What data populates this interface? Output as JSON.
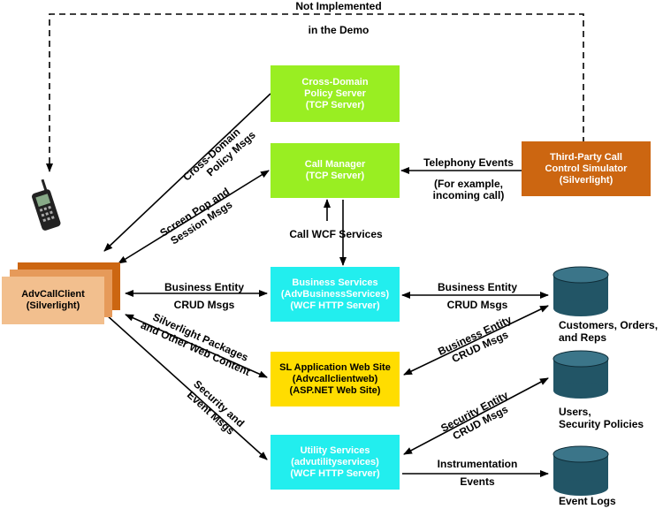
{
  "top_note": {
    "line1": "Not Implemented",
    "line2": "in the Demo"
  },
  "boxes": {
    "policy_server": [
      "Cross-Domain",
      "Policy Server",
      "(TCP Server)"
    ],
    "call_manager": [
      "Call Manager",
      "(TCP Server)"
    ],
    "business_services": [
      "Business Services",
      "(AdvBusinessServices)",
      "(WCF HTTP Server)"
    ],
    "sl_app_site": [
      "SL Application Web Site",
      "(Advcallclientweb)",
      "(ASP.NET Web Site)"
    ],
    "utility_services": [
      "Utility Services",
      "(advutilityservices)",
      "(WCF HTTP Server)"
    ],
    "third_party": [
      "Third-Party Call",
      "Control Simulator",
      "(Silverlight)"
    ],
    "client": [
      "AdvCallClient",
      "(Silverlight)"
    ]
  },
  "labels": {
    "cross_domain_msgs": [
      "Cross-Domain",
      "Policy Msgs"
    ],
    "screen_pop": [
      "Screen Pop and",
      "Session Msgs"
    ],
    "telephony": [
      "Telephony Events",
      "(For example,",
      "incoming call)"
    ],
    "call_wcf": "Call WCF Services",
    "business_entity_left": [
      "Business Entity",
      "CRUD Msgs"
    ],
    "business_entity_right": [
      "Business Entity",
      "CRUD Msgs"
    ],
    "business_entity_diag": [
      "Business Entity",
      "CRUD Msgs"
    ],
    "sl_packages": [
      "Silverlight Packages",
      "and Other Web Content"
    ],
    "security_event": [
      "Security and",
      "Event Msgs"
    ],
    "security_entity": [
      "Security Entity",
      "CRUD Msgs"
    ],
    "instrumentation": [
      "Instrumentation",
      "Events"
    ]
  },
  "databases": {
    "customers": [
      "Customers, Orders,",
      "and Reps"
    ],
    "users": [
      "Users,",
      "Security Policies"
    ],
    "event_logs": [
      "Event Logs"
    ]
  },
  "colors": {
    "green": "#99ee22",
    "cyan": "#22eeee",
    "yellow": "#ffdd00",
    "orange_dark": "#cc6611",
    "orange_mid": "#e69a5a",
    "orange_light": "#f2bf8e",
    "db": "#225566"
  }
}
